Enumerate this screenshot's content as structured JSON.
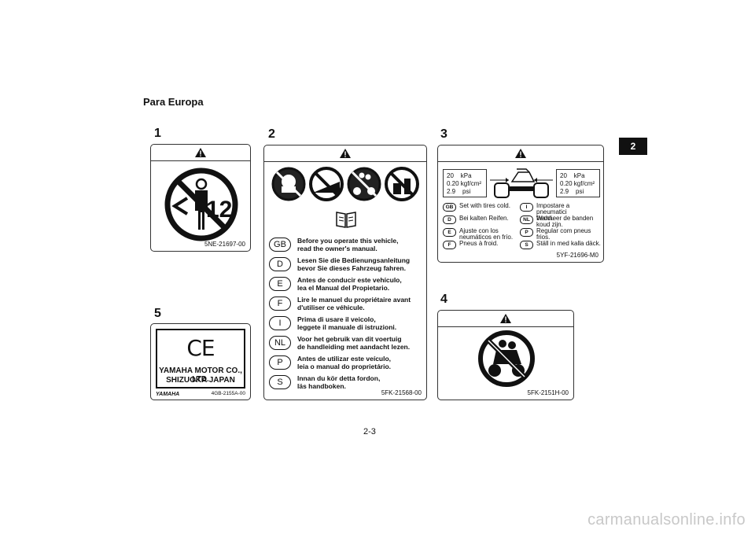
{
  "page": {
    "heading": "Para Europa",
    "chapter_tab": "2",
    "page_number": "2-3",
    "watermark": "carmanualsonline.info"
  },
  "labels": {
    "l1": {
      "number": "1",
      "age_text": "12",
      "code": "5NE-21697-00"
    },
    "l2": {
      "number": "2",
      "code": "5FK-21568-00",
      "languages": [
        {
          "code": "GB",
          "line1": "Before you operate this vehicle,",
          "line2": "read the owner's manual."
        },
        {
          "code": "D",
          "line1": "Lesen Sie die Bedienungsanleitung",
          "line2": "bevor Sie dieses Fahrzeug fahren."
        },
        {
          "code": "E",
          "line1": "Antes de conducir este vehículo,",
          "line2": "lea el Manual del Propietario."
        },
        {
          "code": "F",
          "line1": "Lire le manuel du propriétaire avant",
          "line2": "d'utiliser ce véhicule."
        },
        {
          "code": "I",
          "line1": "Prima di usare il veicolo,",
          "line2": "leggete il manuale di istruzioni."
        },
        {
          "code": "NL",
          "line1": "Voor het gebruik van dit voertuig",
          "line2": "de handleiding met aandacht lezen."
        },
        {
          "code": "P",
          "line1": "Antes de utilizar este veículo,",
          "line2": "leia o manual do proprietário."
        },
        {
          "code": "S",
          "line1": "Innan du kör detta fordon,",
          "line2": "läs handboken."
        }
      ]
    },
    "l3": {
      "number": "3",
      "code": "5YF-21696-M0",
      "pressure_left": {
        "kpa": "20    kPa",
        "kgf": "0.20 kgf/cm²",
        "psi": "2.9    psi"
      },
      "pressure_right": {
        "kpa": "20    kPa",
        "kgf": "0.20 kgf/cm²",
        "psi": "2.9    psi"
      },
      "left_rows": [
        {
          "code": "GB",
          "line1": "Set with tires cold.",
          "line2": ""
        },
        {
          "code": "D",
          "line1": "Bei kalten Reifen.",
          "line2": ""
        },
        {
          "code": "E",
          "line1": "Ajuste con los",
          "line2": "neumáticos en frío."
        },
        {
          "code": "F",
          "line1": "Pneus à froid.",
          "line2": ""
        }
      ],
      "right_rows": [
        {
          "code": "I",
          "line1": "Impostare a pneumatici",
          "line2": "freddi."
        },
        {
          "code": "NL",
          "line1": "Wanneer de banden",
          "line2": "koud zijn."
        },
        {
          "code": "P",
          "line1": "Regular com pneus",
          "line2": "frios."
        },
        {
          "code": "S",
          "line1": "Ställ in med kalla däck.",
          "line2": ""
        }
      ]
    },
    "l4": {
      "number": "4",
      "code": "5FK-2151H-00"
    },
    "l5": {
      "number": "5",
      "ce_mark": "CE",
      "maker_line1": "YAMAHA MOTOR CO., LTD.",
      "maker_line2": "SHIZUOKA   JAPAN",
      "brand": "YAMAHA",
      "code": "4GB-2155A-00"
    }
  }
}
